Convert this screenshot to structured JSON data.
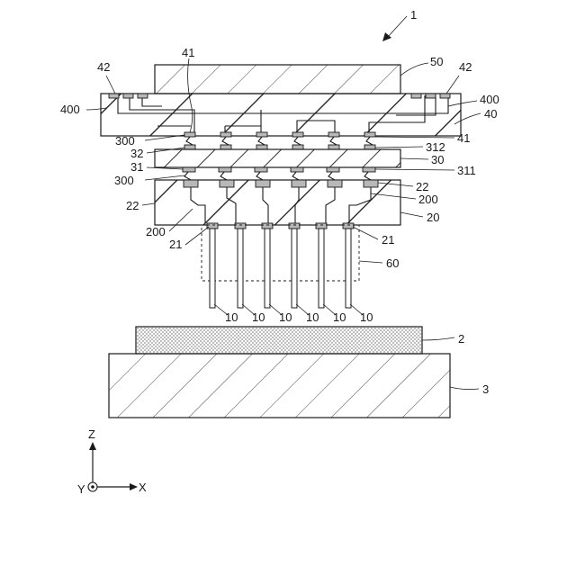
{
  "figure": {
    "ref_main": "1",
    "labels": {
      "l50": "50",
      "l42_left": "42",
      "l42_right": "42",
      "l41_top": "41",
      "l400_left": "400",
      "l400_right": "400",
      "l40": "40",
      "l300_upper": "300",
      "l32": "32",
      "l31": "31",
      "l300_lower": "300",
      "l41_right": "41",
      "l312": "312",
      "l30": "30",
      "l311": "311",
      "l22_right": "22",
      "l200_right": "200",
      "l20": "20",
      "l22_left": "22",
      "l200_left": "200",
      "l21_left": "21",
      "l21_right": "21",
      "l60": "60",
      "l2": "2",
      "l3": "3"
    },
    "probe_labels": [
      "10",
      "10",
      "10",
      "10",
      "10",
      "10"
    ],
    "axes": {
      "z": "Z",
      "y": "Y",
      "x": "X"
    }
  }
}
